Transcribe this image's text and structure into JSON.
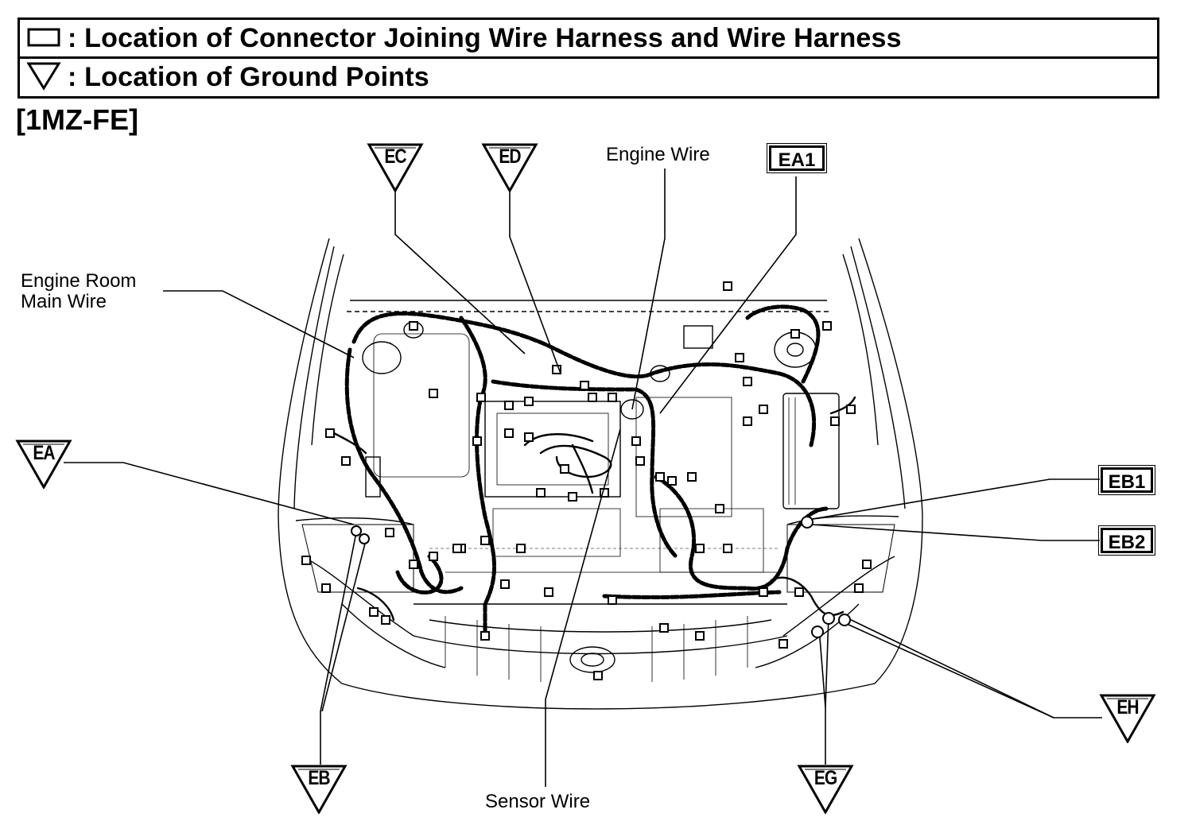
{
  "legend": {
    "connector_text": ": Location of Connector Joining Wire Harness and Wire Harness",
    "ground_text": ": Location of Ground Points"
  },
  "engine_code": "[1MZ-FE]",
  "wire_labels": {
    "engine_wire": "Engine Wire",
    "engine_room_main_wire_line1": "Engine Room",
    "engine_room_main_wire_line2": "Main Wire",
    "sensor_wire": "Sensor Wire"
  },
  "connectors": {
    "ea1": "EA1",
    "eb1": "EB1",
    "eb2": "EB2"
  },
  "grounds": {
    "ec": "EC",
    "ed": "ED",
    "ea": "EA",
    "eb": "EB",
    "eg": "EG",
    "eh": "EH"
  }
}
